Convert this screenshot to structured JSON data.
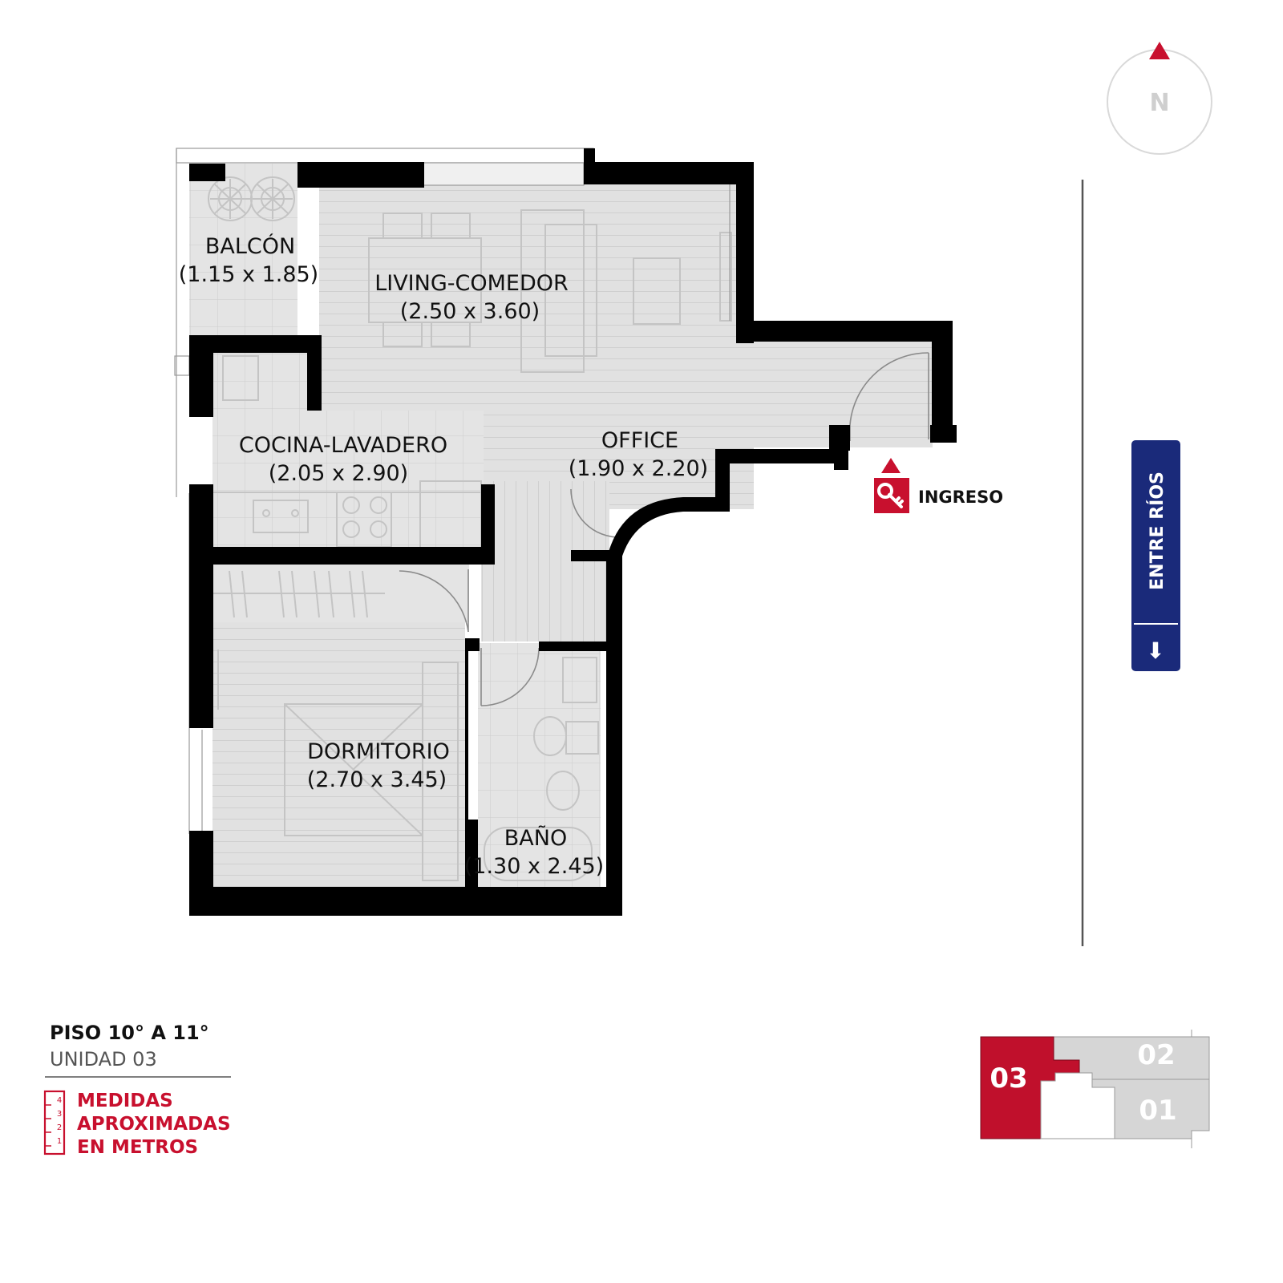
{
  "compass": {
    "label": "N",
    "accent": "#c8102e"
  },
  "rooms": [
    {
      "id": "balcon",
      "name": "BALCÓN",
      "size": "(1.15 x 1.85)"
    },
    {
      "id": "living",
      "name": "LIVING-COMEDOR",
      "size": "(2.50 x 3.60)"
    },
    {
      "id": "cocina",
      "name": "COCINA-LAVADERO",
      "size": "(2.05 x 2.90)"
    },
    {
      "id": "office",
      "name": "OFFICE",
      "size": "(1.90 x 2.20)"
    },
    {
      "id": "dormitorio",
      "name": "DORMITORIO",
      "size": "(2.70 x 3.45)"
    },
    {
      "id": "bano",
      "name": "BAÑO",
      "size": "(1.30 x 2.45)"
    }
  ],
  "entrance": {
    "label": "INGRESO",
    "icon": "key-icon"
  },
  "street": {
    "name": "ENTRE RÍOS",
    "arrow": "⬇",
    "color": "#1a2a7a"
  },
  "info": {
    "floor": "PISO 10° A 11°",
    "unit": "UNIDAD 03",
    "measures_lines": [
      "MEDIDAS",
      "APROXIMADAS",
      "EN METROS"
    ],
    "ruler_ticks": [
      "4",
      "3",
      "2",
      "1"
    ]
  },
  "keyplan": {
    "units": [
      {
        "label": "03",
        "active": true
      },
      {
        "label": "02",
        "active": false
      },
      {
        "label": "01",
        "active": false
      }
    ],
    "active_color": "#c0102c",
    "inactive_color": "#d6d6d6"
  }
}
